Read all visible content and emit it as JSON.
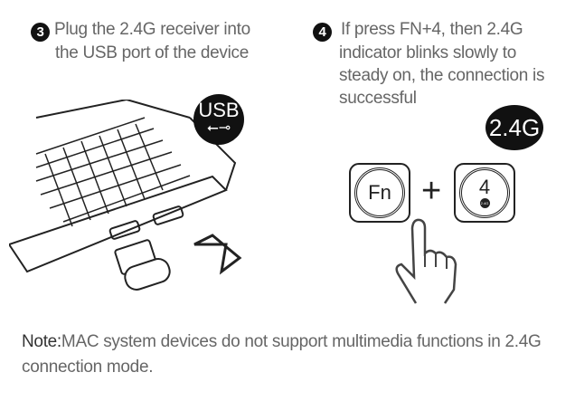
{
  "step3": {
    "number": "3",
    "line1": "Plug the 2.4G receiver into",
    "line2": "the USB port of the device",
    "badge": "USB"
  },
  "step4": {
    "number": "4",
    "line1": "If press FN+4, then 2.4G",
    "rest": "indicator blinks slowly to steady on, the connection is successful",
    "badge": "2.4G"
  },
  "keys": {
    "fn": "Fn",
    "plus": "+",
    "four": "4",
    "four_badge": "2.4G"
  },
  "note": {
    "label": "Note:",
    "text": "MAC system devices do not support multimedia functions in 2.4G connection mode."
  }
}
